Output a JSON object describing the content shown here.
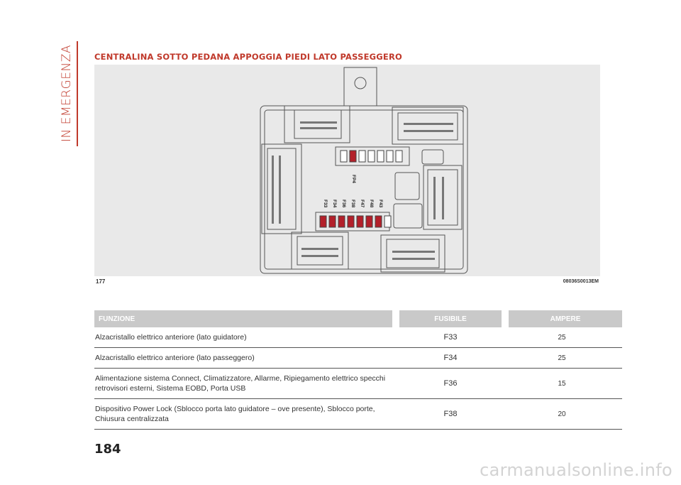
{
  "sidebar": {
    "section_label": "IN EMERGENZA"
  },
  "section_title": "CENTRALINA SOTTO PEDANA APPOGGIA PIEDI LATO PASSEGGERO",
  "figure": {
    "number": "177",
    "code": "08036S0013EM",
    "labels": {
      "fp4": "FP4",
      "f33": "F33",
      "f34": "F34",
      "f36": "F36",
      "f38": "F38",
      "f47": "F47",
      "f48": "F48",
      "f43": "F43"
    }
  },
  "table": {
    "headers": {
      "function": "FUNZIONE",
      "fuse": "FUSIBILE",
      "amps": "AMPERE"
    },
    "rows": [
      {
        "function": "Alzacristallo elettrico anteriore (lato guidatore)",
        "fuse": "F33",
        "amps": "25"
      },
      {
        "function": "Alzacristallo elettrico anteriore (lato passeggero)",
        "fuse": "F34",
        "amps": "25"
      },
      {
        "function": "Alimentazione sistema Connect, Climatizzatore, Allarme, Ripiegamento elettrico specchi retrovisori esterni, Sistema EOBD, Porta USB",
        "fuse": "F36",
        "amps": "15"
      },
      {
        "function": "Dispositivo Power Lock (Sblocco porta lato guidatore – ove presente), Sblocco porte, Chiusura centralizzata",
        "fuse": "F38",
        "amps": "20"
      }
    ]
  },
  "page_number": "184",
  "watermark": "carmanualsonline.info",
  "colors": {
    "accent": "#c0392b",
    "fuse_highlight": "#b3202a",
    "header_bg": "#c9c9c9"
  }
}
